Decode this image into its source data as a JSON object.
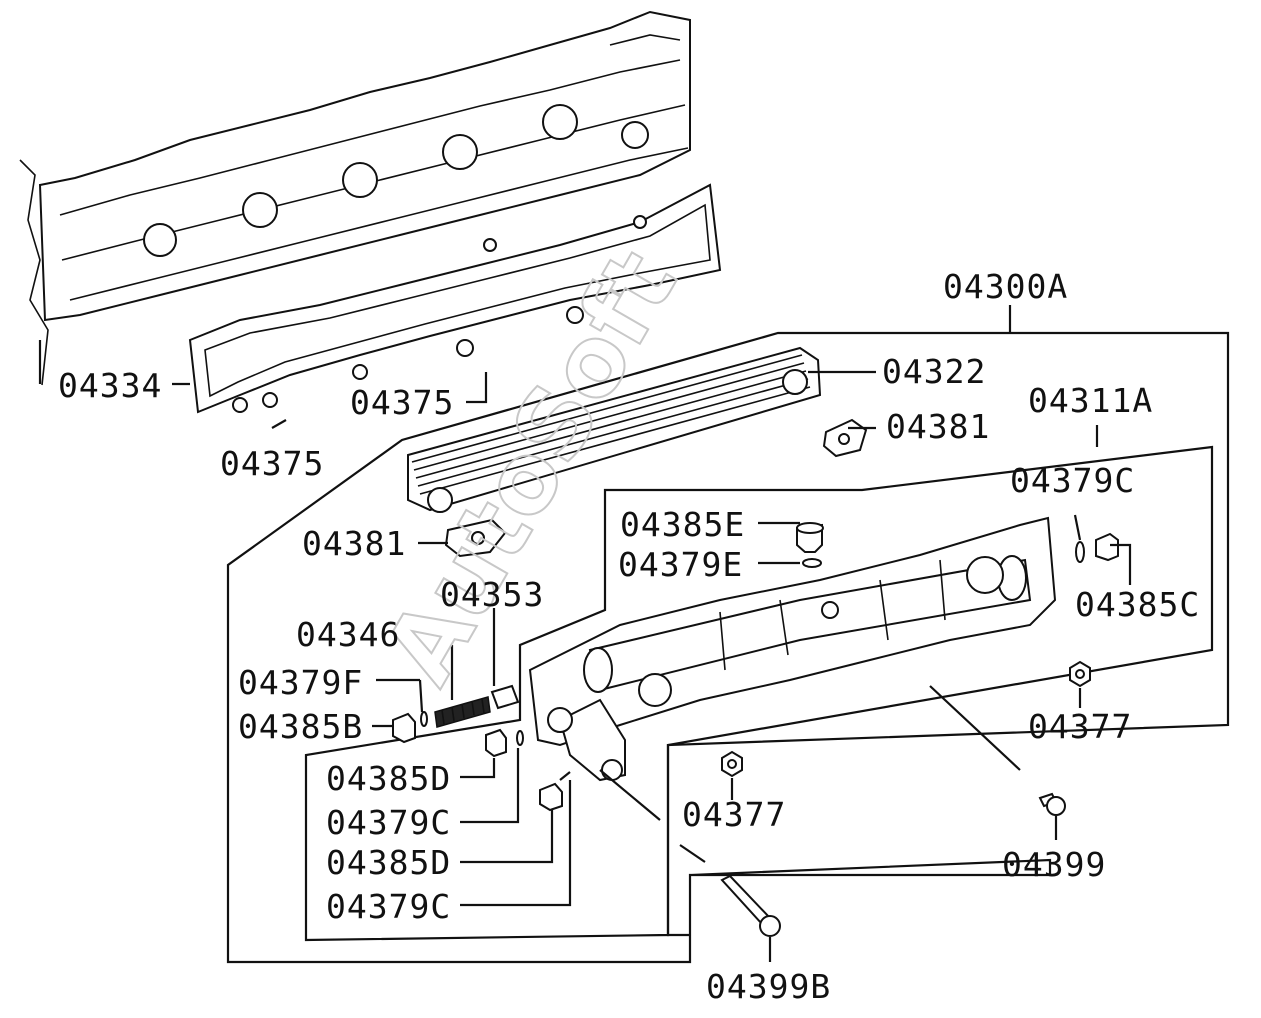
{
  "watermark": "AutoSoft",
  "callouts": [
    {
      "id": "04300A"
    },
    {
      "id": "04322"
    },
    {
      "id": "04311A"
    },
    {
      "id": "04381"
    },
    {
      "id": "04381"
    },
    {
      "id": "04334"
    },
    {
      "id": "04375"
    },
    {
      "id": "04375"
    },
    {
      "id": "04379C"
    },
    {
      "id": "04385E"
    },
    {
      "id": "04379E"
    },
    {
      "id": "04385C"
    },
    {
      "id": "04353"
    },
    {
      "id": "04346"
    },
    {
      "id": "04379F"
    },
    {
      "id": "04385B"
    },
    {
      "id": "04385D"
    },
    {
      "id": "04379C"
    },
    {
      "id": "04385D"
    },
    {
      "id": "04379C"
    },
    {
      "id": "04377"
    },
    {
      "id": "04377"
    },
    {
      "id": "04399"
    },
    {
      "id": "04399B"
    }
  ]
}
